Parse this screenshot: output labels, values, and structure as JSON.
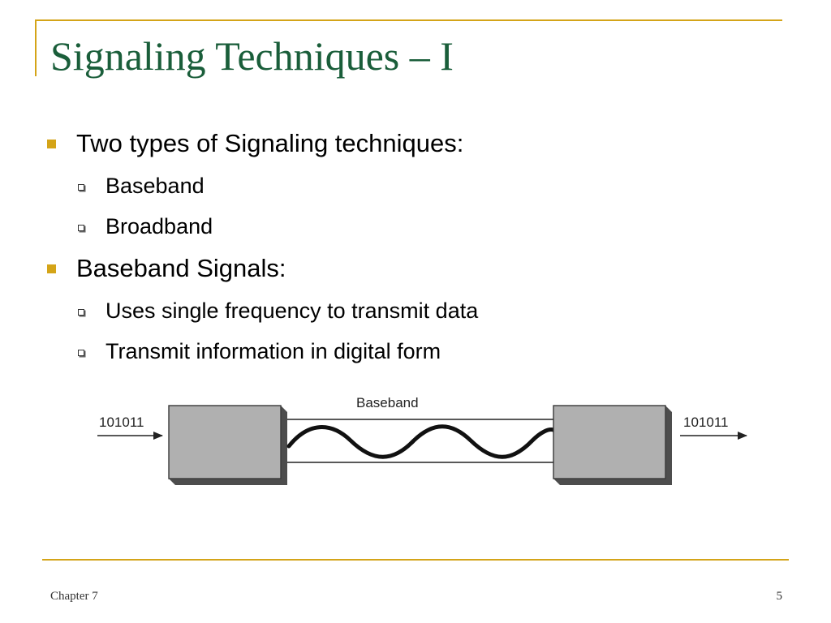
{
  "slide": {
    "title": "Signaling Techniques – I",
    "bullets": [
      {
        "text": "Two types of Signaling techniques:",
        "sub": [
          "Baseband",
          "Broadband"
        ]
      },
      {
        "text": "Baseband Signals:",
        "sub": [
          "Uses single frequency to transmit data",
          "Transmit information in digital form"
        ]
      }
    ]
  },
  "diagram": {
    "input_bits": "101011",
    "output_bits": "101011",
    "medium_label": "Baseband"
  },
  "footer": {
    "chapter": "Chapter 7",
    "page": "5"
  },
  "colors": {
    "accent": "#d4a418",
    "title": "#1a5e3a"
  }
}
